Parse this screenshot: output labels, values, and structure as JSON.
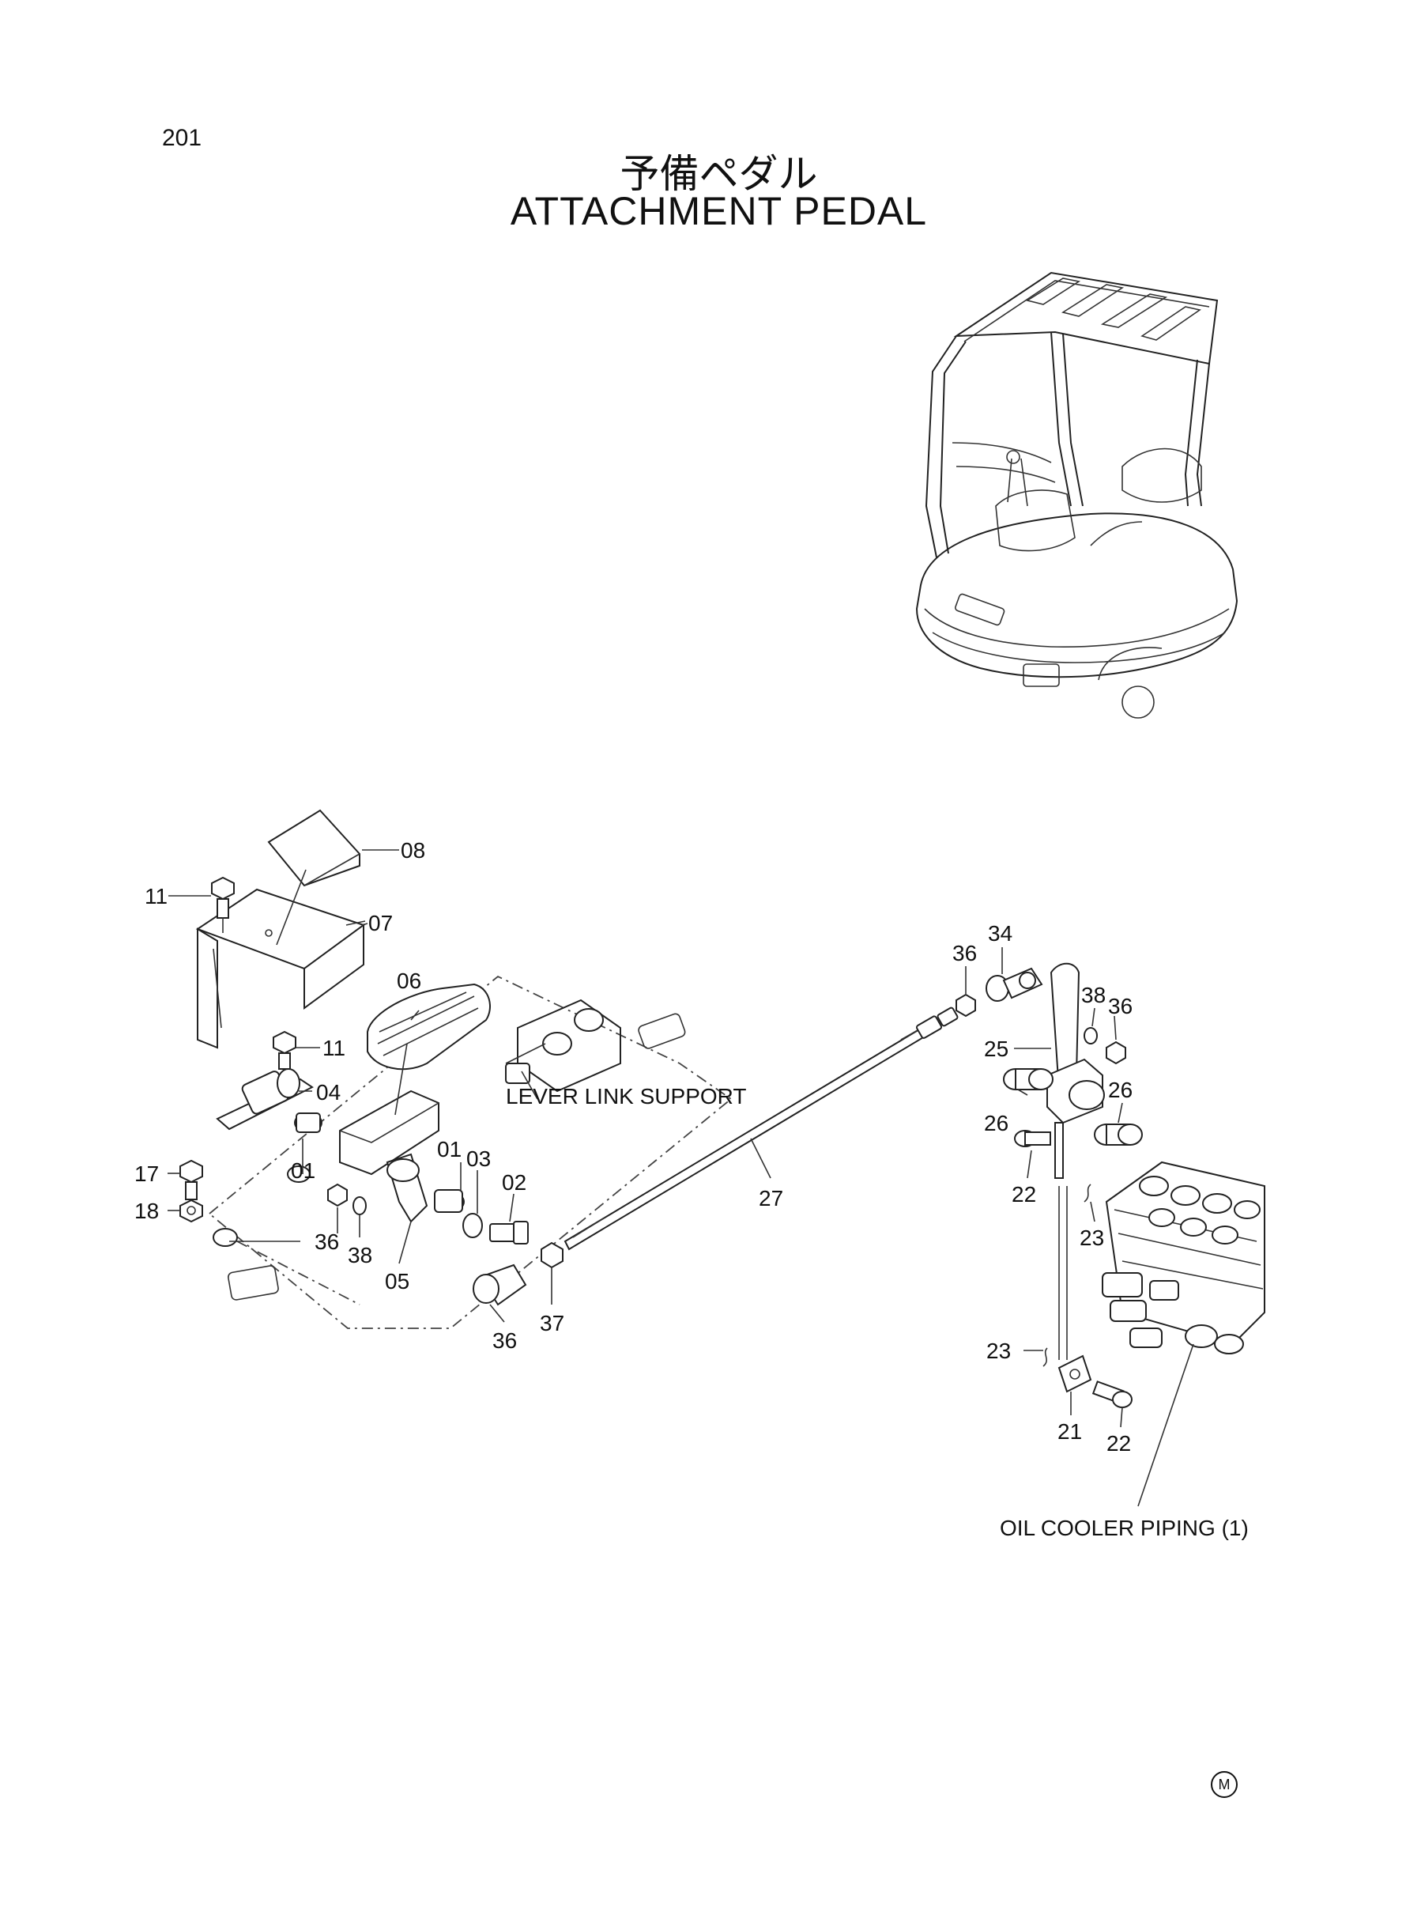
{
  "page_number": "201",
  "title_jp": "予備ペダル",
  "title_en": "ATTACHMENT PEDAL",
  "callouts": {
    "c08": "08",
    "c11a": "11",
    "c07": "07",
    "c06": "06",
    "c11b": "11",
    "c04": "04",
    "c01a": "01",
    "c01b": "01",
    "c03": "03",
    "c02": "02",
    "c17": "17",
    "c18": "18",
    "c36a": "36",
    "c38a": "38",
    "c05": "05",
    "c36b": "36",
    "c37": "37",
    "c27": "27",
    "c34": "34",
    "c36c": "36",
    "c38b": "38",
    "c36d": "36",
    "c25": "25",
    "c26a": "26",
    "c26b": "26",
    "c22a": "22",
    "c23a": "23",
    "c23b": "23",
    "c21": "21",
    "c22b": "22"
  },
  "notes": {
    "lever_link_support": "LEVER LINK SUPPORT",
    "oil_cooler_piping": "OIL COOLER PIPING (1)"
  },
  "mark": "M"
}
